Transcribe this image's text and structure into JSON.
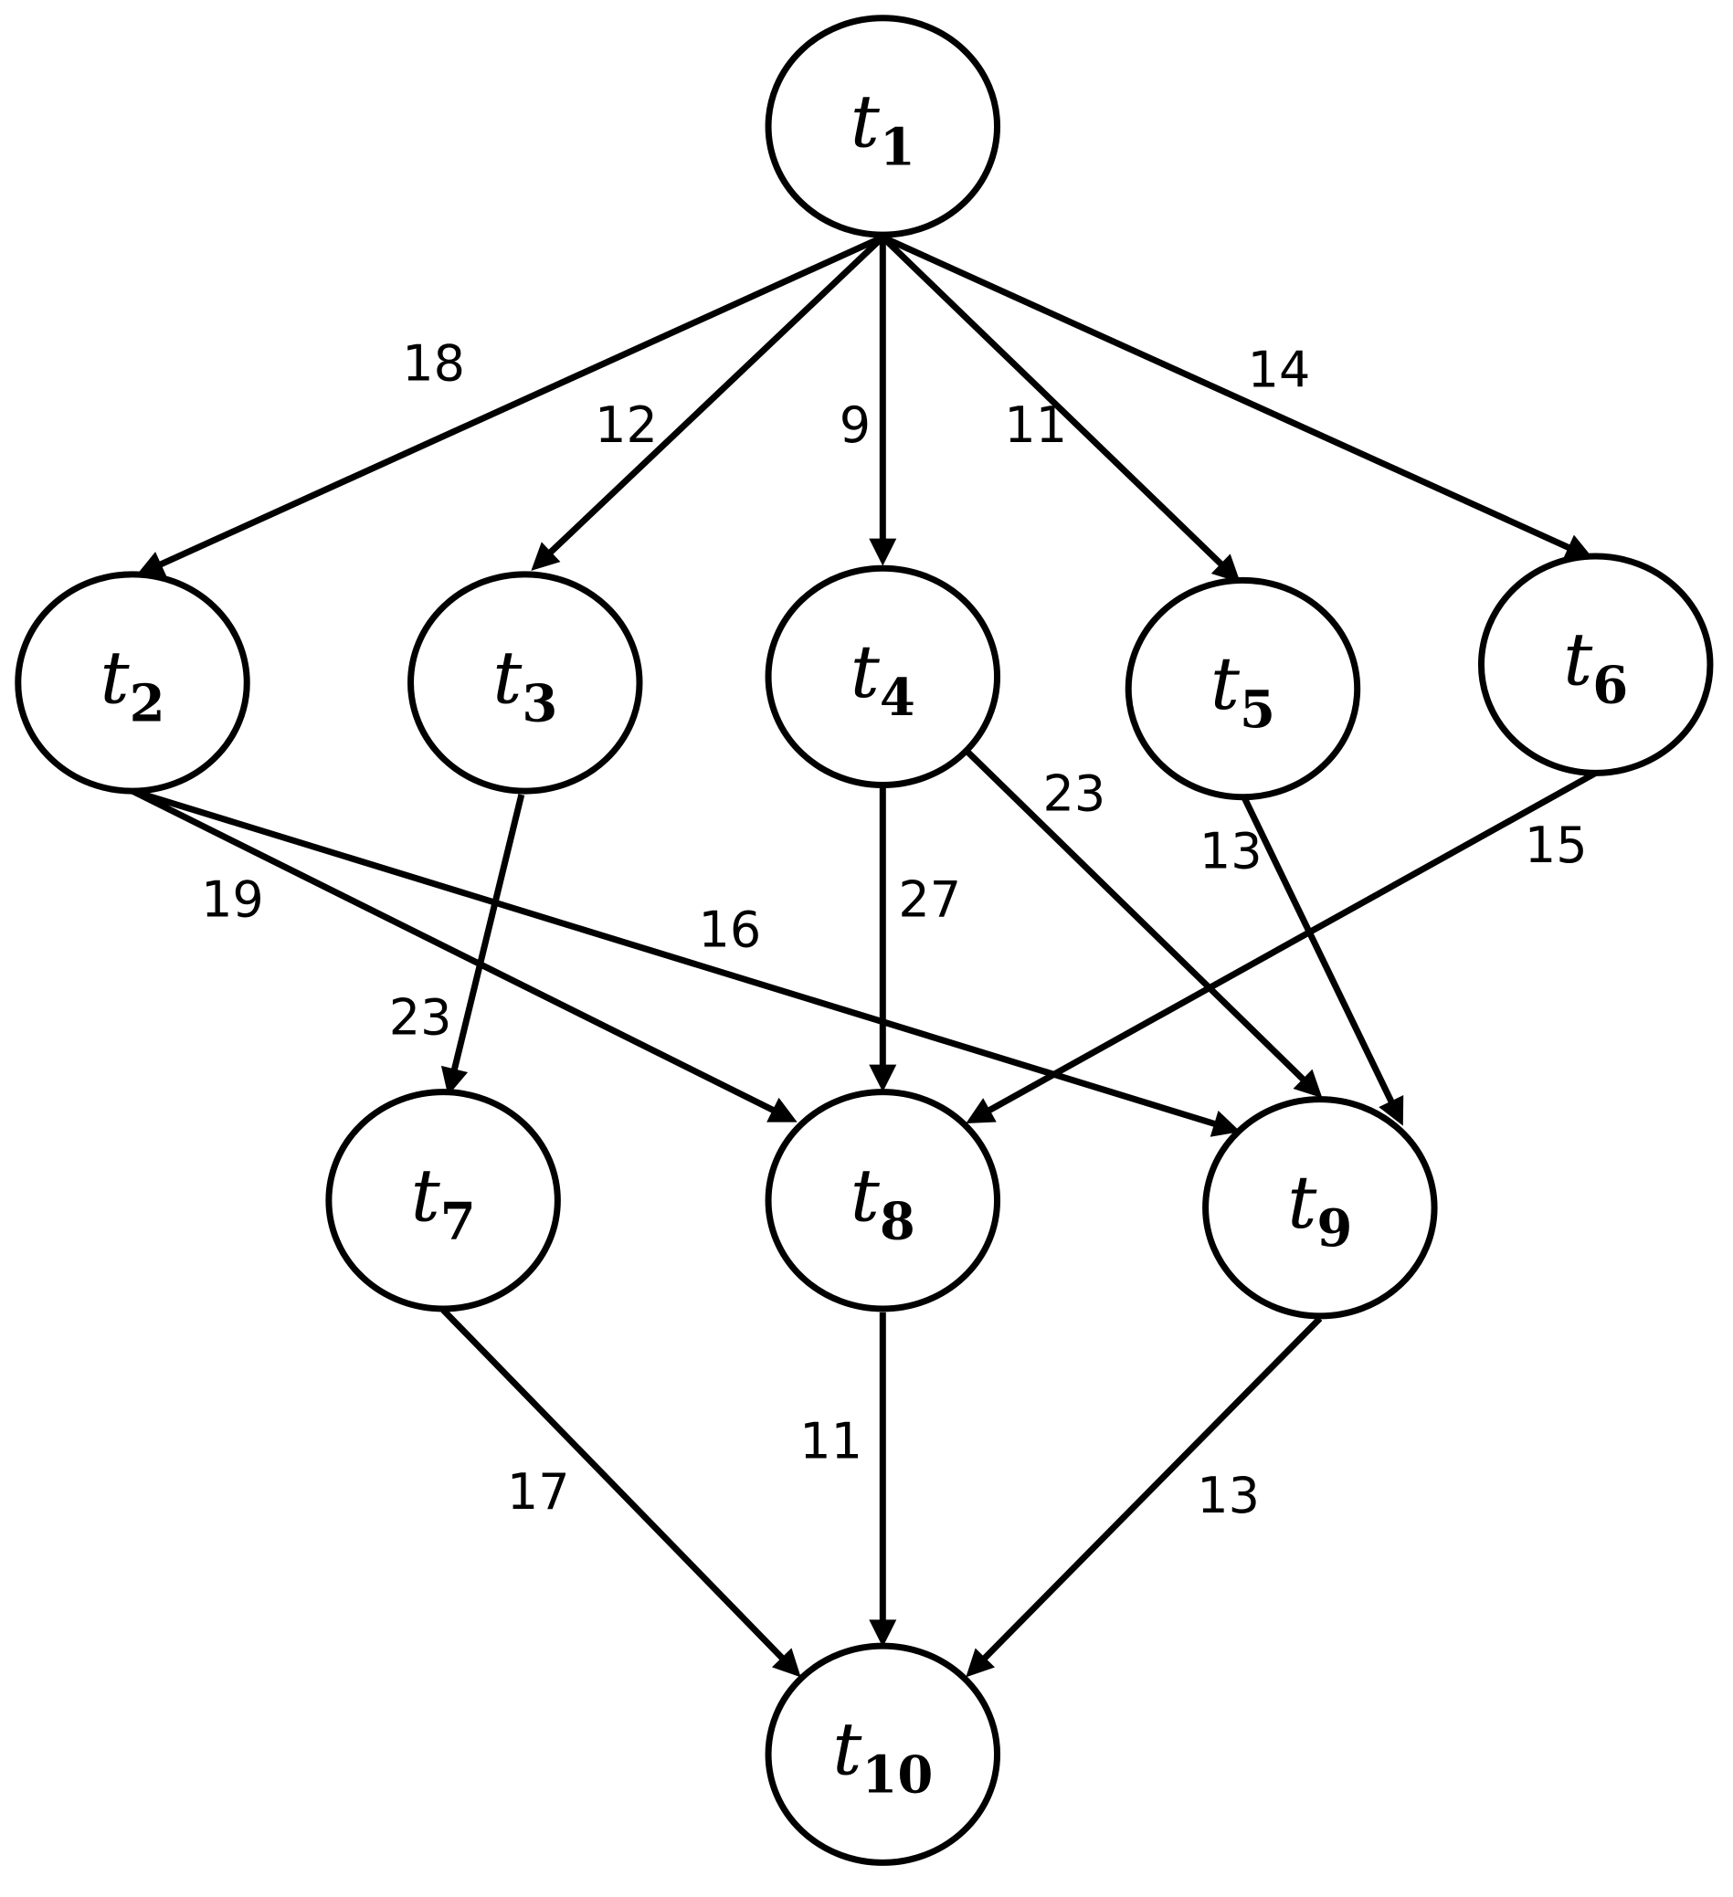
{
  "diagram": {
    "type": "directed-acyclic-graph",
    "colors": {
      "stroke": "#000000",
      "fill": "#ffffff",
      "text": "#000000"
    },
    "nodes": [
      {
        "id": "t1",
        "letter": "t",
        "subscript": "1"
      },
      {
        "id": "t2",
        "letter": "t",
        "subscript": "2"
      },
      {
        "id": "t3",
        "letter": "t",
        "subscript": "3"
      },
      {
        "id": "t4",
        "letter": "t",
        "subscript": "4"
      },
      {
        "id": "t5",
        "letter": "t",
        "subscript": "5"
      },
      {
        "id": "t6",
        "letter": "t",
        "subscript": "6"
      },
      {
        "id": "t7",
        "letter": "t",
        "subscript": "7"
      },
      {
        "id": "t8",
        "letter": "t",
        "subscript": "8"
      },
      {
        "id": "t9",
        "letter": "t",
        "subscript": "9"
      },
      {
        "id": "t10",
        "letter": "t",
        "subscript": "10"
      }
    ],
    "edges": [
      {
        "from": "t1",
        "to": "t2",
        "weight": "18"
      },
      {
        "from": "t1",
        "to": "t3",
        "weight": "12"
      },
      {
        "from": "t1",
        "to": "t4",
        "weight": "9"
      },
      {
        "from": "t1",
        "to": "t5",
        "weight": "11"
      },
      {
        "from": "t1",
        "to": "t6",
        "weight": "14"
      },
      {
        "from": "t2",
        "to": "t8",
        "weight": "19"
      },
      {
        "from": "t2",
        "to": "t9",
        "weight": "16"
      },
      {
        "from": "t3",
        "to": "t7",
        "weight": "23"
      },
      {
        "from": "t4",
        "to": "t8",
        "weight": "27"
      },
      {
        "from": "t4",
        "to": "t9",
        "weight": "23"
      },
      {
        "from": "t5",
        "to": "t9",
        "weight": "13"
      },
      {
        "from": "t6",
        "to": "t8",
        "weight": "15"
      },
      {
        "from": "t7",
        "to": "t10",
        "weight": "17"
      },
      {
        "from": "t8",
        "to": "t10",
        "weight": "11"
      },
      {
        "from": "t9",
        "to": "t10",
        "weight": "13"
      }
    ]
  }
}
